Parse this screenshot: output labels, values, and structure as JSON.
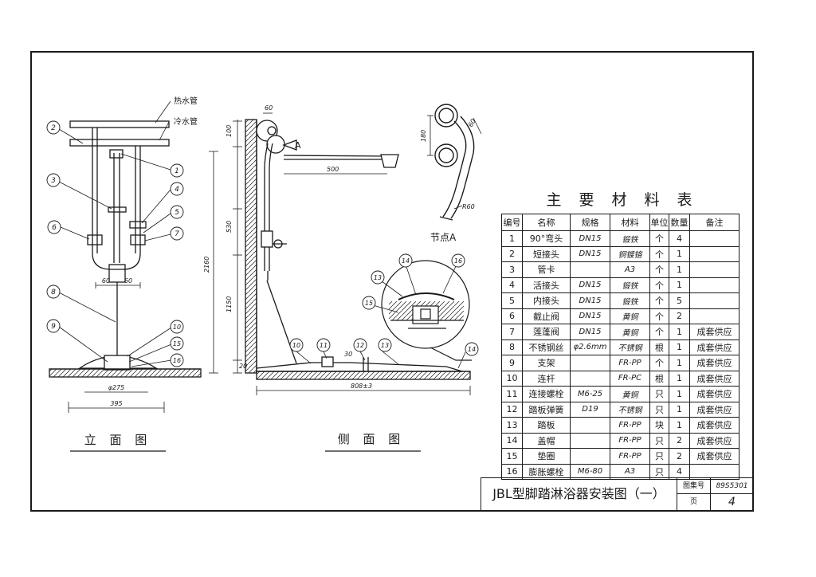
{
  "sheet": {
    "title": "JBL型脚踏淋浴器安装图（一）",
    "atlas_no_label": "图集号",
    "atlas_no_value": "89S5301",
    "page_label": "页",
    "page_value": "4"
  },
  "elevation_view": {
    "caption": "立 面 图",
    "pipe_labels": [
      "热水管",
      "冷水管"
    ],
    "callouts": [
      "2",
      "1",
      "3",
      "4",
      "5",
      "6",
      "7",
      "8",
      "9",
      "10",
      "15",
      "16"
    ],
    "dimensions": [
      "60",
      "60",
      "φ275",
      "395"
    ]
  },
  "side_view": {
    "caption": "侧 面 图",
    "callouts": [
      "A",
      "10",
      "11",
      "12",
      "13",
      "14",
      "15",
      "16"
    ],
    "dimensions": [
      "60",
      "100",
      "500",
      "530",
      "2160",
      "1150",
      "20",
      "30",
      "60",
      "808±3"
    ]
  },
  "node_detail": {
    "caption": "节点A",
    "dimensions": [
      "180",
      "60",
      "R60"
    ]
  },
  "material_table": {
    "title": "主要材料表",
    "headers": [
      "编号",
      "名称",
      "规格",
      "材料",
      "单位",
      "数量",
      "备注"
    ],
    "rows": [
      {
        "no": "1",
        "name": "90°弯头",
        "spec": "DN15",
        "material": "锻铁",
        "unit": "个",
        "qty": "4",
        "note": ""
      },
      {
        "no": "2",
        "name": "短接头",
        "spec": "DN15",
        "material": "铜镀铬",
        "unit": "个",
        "qty": "1",
        "note": ""
      },
      {
        "no": "3",
        "name": "管卡",
        "spec": "",
        "material": "A3",
        "unit": "个",
        "qty": "1",
        "note": ""
      },
      {
        "no": "4",
        "name": "活接头",
        "spec": "DN15",
        "material": "锻铁",
        "unit": "个",
        "qty": "1",
        "note": ""
      },
      {
        "no": "5",
        "name": "内接头",
        "spec": "DN15",
        "material": "锻铁",
        "unit": "个",
        "qty": "5",
        "note": ""
      },
      {
        "no": "6",
        "name": "截止阀",
        "spec": "DN15",
        "material": "黄铜",
        "unit": "个",
        "qty": "2",
        "note": ""
      },
      {
        "no": "7",
        "name": "莲蓬阀",
        "spec": "DN15",
        "material": "黄铜",
        "unit": "个",
        "qty": "1",
        "note": "成套供应"
      },
      {
        "no": "8",
        "name": "不锈钢丝",
        "spec": "φ2.6mm",
        "material": "不锈钢",
        "unit": "根",
        "qty": "1",
        "note": "成套供应"
      },
      {
        "no": "9",
        "name": "支架",
        "spec": "",
        "material": "FR-PP",
        "unit": "个",
        "qty": "1",
        "note": "成套供应"
      },
      {
        "no": "10",
        "name": "连杆",
        "spec": "",
        "material": "FR-PC",
        "unit": "根",
        "qty": "1",
        "note": "成套供应"
      },
      {
        "no": "11",
        "name": "连接螺栓",
        "spec": "M6-25",
        "material": "黄铜",
        "unit": "只",
        "qty": "1",
        "note": "成套供应"
      },
      {
        "no": "12",
        "name": "踏板弹簧",
        "spec": "D19",
        "material": "不锈钢",
        "unit": "只",
        "qty": "1",
        "note": "成套供应"
      },
      {
        "no": "13",
        "name": "踏板",
        "spec": "",
        "material": "FR-PP",
        "unit": "块",
        "qty": "1",
        "note": "成套供应"
      },
      {
        "no": "14",
        "name": "盖帽",
        "spec": "",
        "material": "FR-PP",
        "unit": "只",
        "qty": "2",
        "note": "成套供应"
      },
      {
        "no": "15",
        "name": "垫圈",
        "spec": "",
        "material": "FR-PP",
        "unit": "只",
        "qty": "2",
        "note": "成套供应"
      },
      {
        "no": "16",
        "name": "膨胀螺栓",
        "spec": "M6-80",
        "material": "A3",
        "unit": "只",
        "qty": "4",
        "note": ""
      }
    ]
  }
}
